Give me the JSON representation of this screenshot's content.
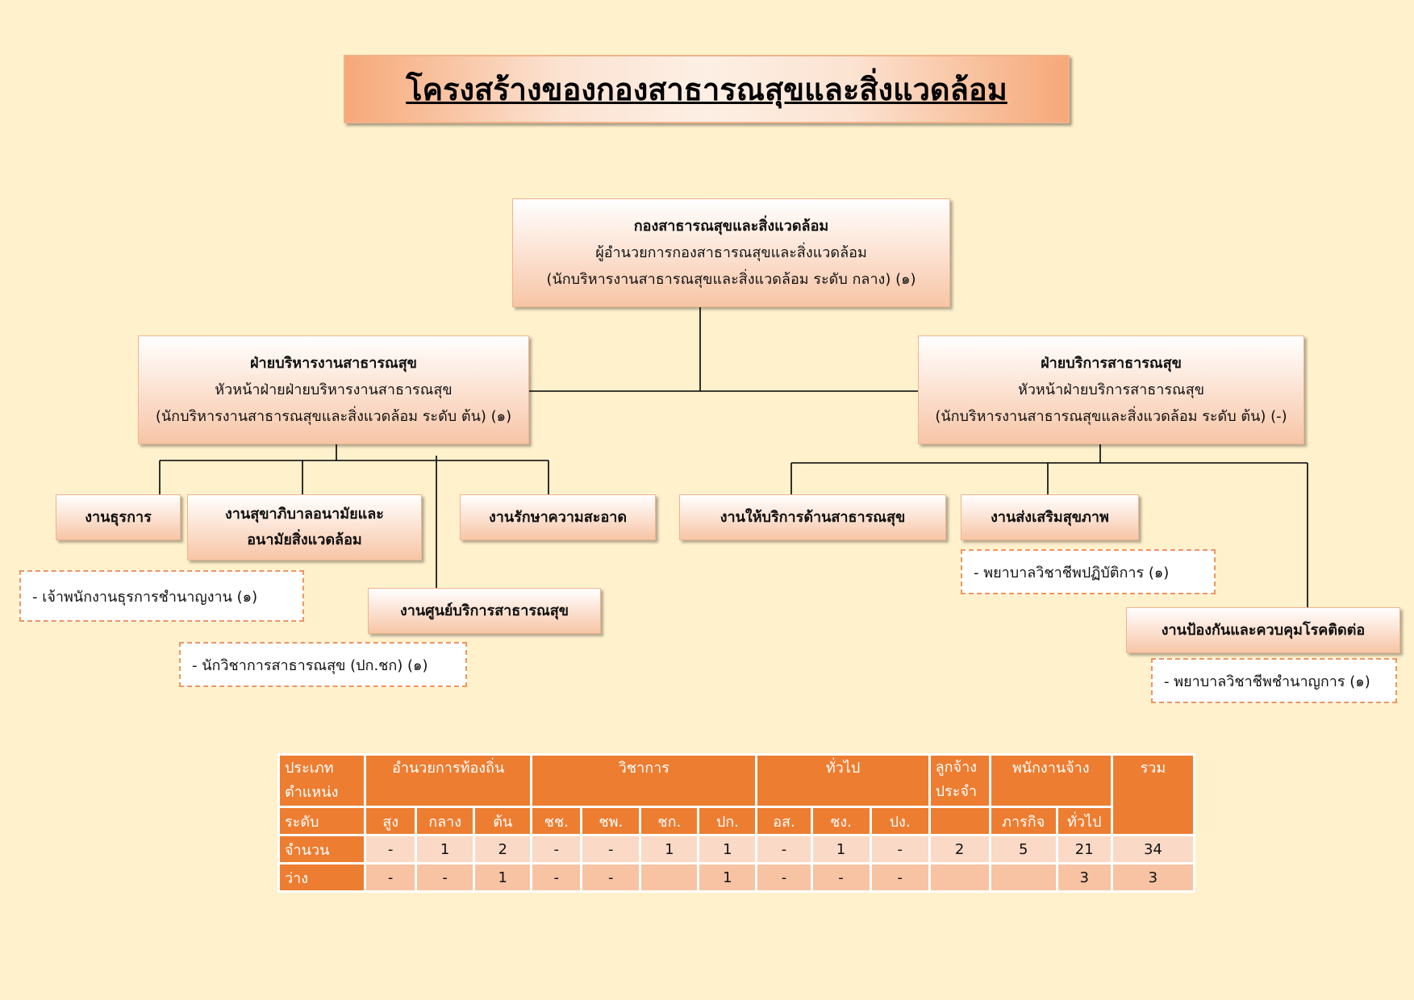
{
  "title": "โครงสร้างของกองสาธารณสุขและสิ่งแวดล้อม",
  "top": {
    "name": "กองสาธารณสุขและสิ่งแวดล้อม",
    "role": "ผู้อำนวยการกองสาธารณสุขและสิ่งแวดล้อม",
    "position": "(นักบริหารงานสาธารณสุขและสิ่งแวดล้อม ระดับ กลาง) (๑)"
  },
  "left_division": {
    "name": "ฝ่ายบริหารงานสาธารณสุข",
    "role": "หัวหน้าฝ่ายฝ่ายบริหารงานสาธารณสุข",
    "position": "(นักบริหารงานสาธารณสุขและสิ่งแวดล้อม ระดับ ต้น) (๑)"
  },
  "right_division": {
    "name": "ฝ่ายบริการสาธารณสุข",
    "role": "หัวหน้าฝ่ายบริการสาธารณสุข",
    "position": "(นักบริหารงานสาธารณสุขและสิ่งแวดล้อม ระดับ ต้น) (-)"
  },
  "units": {
    "admin": "งานธุรการ",
    "sanitation_line1": "งานสุขาภิบาลอนามัยและ",
    "sanitation_line2": "อนามัยสิ่งแวดล้อม",
    "cleaning": "งานรักษาความสะอาด",
    "health_center": "งานศูนย์บริการสาธารณสุข",
    "health_service": "งานให้บริการด้านสาธารณสุข",
    "health_promotion": "งานส่งเสริมสุขภาพ",
    "disease_control": "งานป้องกันและควบคุมโรคติดต่อ"
  },
  "staff": {
    "admin_staff": "- เจ้าพนักงานธุรการชำนาญงาน (๑)",
    "health_center_staff": "- นักวิชาการสาธารณสุข (ปก.ชก) (๑)",
    "promotion_staff": "- พยาบาลวิชาชีพปฏิบัติการ (๑)",
    "disease_staff": "- พยาบาลวิชาชีพชำนาญการ (๑)"
  },
  "table": {
    "type_label_1": "ประเภท",
    "type_label_2": "ตำแหน่ง",
    "groups": [
      "อำนวยการท้องถิ่น",
      "วิชาการ",
      "ทั่วไป"
    ],
    "regular_emp_1": "ลูกจ้าง",
    "regular_emp_2": "ประจำ",
    "contract_emp": "พนักงานจ้าง",
    "total": "รวม",
    "level_label": "ระดับ",
    "levels": [
      "สูง",
      "กลาง",
      "ต้น",
      "ชช.",
      "ชพ.",
      "ชก.",
      "ปก.",
      "อส.",
      "ชง.",
      "ปง.",
      "",
      "ภารกิจ",
      "ทั่วไป"
    ],
    "count_label": "จำนวน",
    "counts": [
      "-",
      "1",
      "2",
      "-",
      "-",
      "1",
      "1",
      "-",
      "1",
      "-",
      "2",
      "5",
      "21",
      "34"
    ],
    "vacant_label": "ว่าง",
    "vacant": [
      "-",
      "-",
      "1",
      "-",
      "-",
      "",
      "1",
      "-",
      "-",
      "-",
      "",
      "",
      "3",
      "3"
    ]
  }
}
